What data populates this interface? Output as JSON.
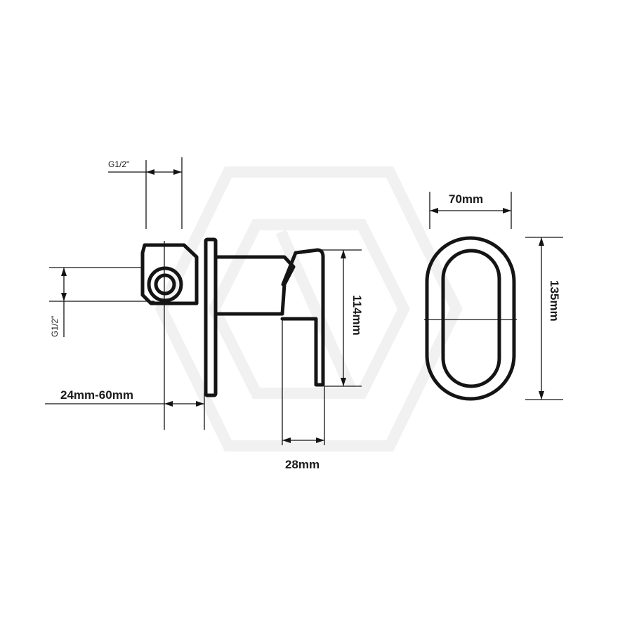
{
  "dimensions": {
    "inlet_top": "G1/2\"",
    "inlet_side": "G1/2\"",
    "wall_depth": "24mm-60mm",
    "lever_depth": "28mm",
    "cover_height_side": "114mm",
    "plate_width": "70mm",
    "plate_height": "135mm"
  }
}
